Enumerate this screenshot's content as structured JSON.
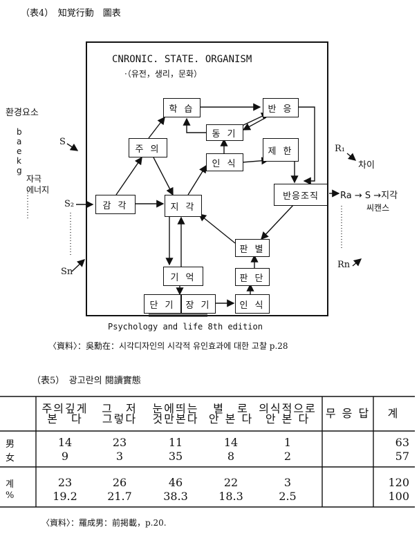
{
  "table4": {
    "caption": "（表4）　知覚行動　圖表",
    "title": "CNRONIC. STATE. ORGANISM",
    "subtitle": "·（유전，생리，문화）",
    "boxes": {
      "hakseup": "학 습",
      "jueui": "주 의",
      "donggi": "동 기",
      "insik_top": "인 식",
      "banung": "반 응",
      "jehan": "제 한",
      "gamgak": "감 각",
      "jigak": "지 각",
      "banungjojik": "반응조직",
      "panbyeol": "판 별",
      "gieok": "기 억",
      "pandan": "판 단",
      "dangi": "단 기",
      "janggi": "장 기",
      "insik_bottom": "인 식"
    },
    "left": {
      "env": "환경요소",
      "letters": [
        "b",
        "a",
        "e",
        "k",
        "g"
      ],
      "stimulus": "자극",
      "energy": "에너지",
      "s": "S",
      "s2": "S₂",
      "sn": "Sn"
    },
    "right": {
      "r1": "R₁",
      "diff": "차이",
      "ra_line": "Ra → S →지각",
      "schance": "씨캔스",
      "rn": "Rn"
    },
    "footer": "Psychology and life 8th edition",
    "source": "〈資料〉：吳勳在：시각디자인의 시각적 유인효과에 대한 고찰 p.28"
  },
  "table5": {
    "caption": "（表5）　광고란의 閱讀實態",
    "headers": [
      [
        "주의깊게",
        "본　다"
      ],
      [
        "그　저",
        "그렇다"
      ],
      [
        "눈에띄는",
        "것만본다"
      ],
      [
        "별　로",
        "안 본 다"
      ],
      [
        "의식적으로",
        "안 본 다"
      ],
      [
        "무 응 답",
        ""
      ],
      [
        "계",
        ""
      ]
    ],
    "rows": [
      {
        "label": "男",
        "values": [
          "14",
          "23",
          "11",
          "14",
          "1",
          "",
          "63"
        ]
      },
      {
        "label": "女",
        "values": [
          "9",
          "3",
          "35",
          "8",
          "2",
          "",
          "57"
        ]
      },
      {
        "label": "계",
        "values": [
          "23",
          "26",
          "46",
          "22",
          "3",
          "",
          "120"
        ]
      },
      {
        "label": "%",
        "values": [
          "19.2",
          "21.7",
          "38.3",
          "18.3",
          "2.5",
          "",
          "100"
        ]
      }
    ],
    "source": "〈資料〉：羅成男：前掲載，p.20."
  }
}
